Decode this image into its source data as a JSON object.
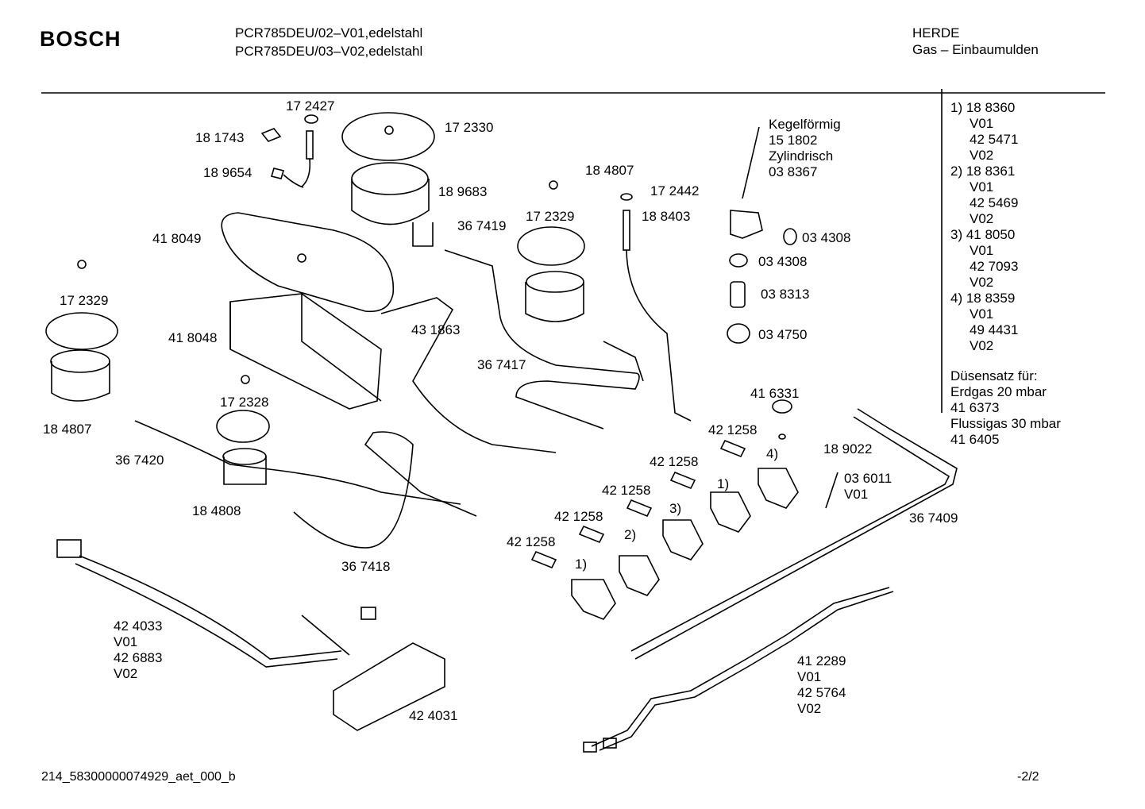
{
  "brand": "BOSCH",
  "models": [
    "PCR785DEU/02–V01,edelstahl",
    "PCR785DEU/03–V02,edelstahl"
  ],
  "category": [
    "HERDE",
    "Gas – Einbaumulden"
  ],
  "side_notes": [
    "1) 18 8360",
    "V01",
    "42 5471",
    "V02",
    "2) 18 8361",
    "V01",
    "42 5469",
    "V02",
    "3) 41 8050",
    "V01",
    "42 7093",
    "V02",
    "4) 18 8359",
    "V01",
    "49 4431",
    "V02"
  ],
  "nozzle_set": [
    "Düsensatz für:",
    "Erdgas 20 mbar",
    "41 6373",
    "Flussigas 30 mbar",
    "41 6405"
  ],
  "fitting_note": [
    "Kegelförmig",
    "15 1802",
    "Zylindrisch",
    "03 8367"
  ],
  "parts": {
    "p172427": "17 2427",
    "p181743": "18 1743",
    "p189654": "18 9654",
    "p172330": "17 2330",
    "p189683": "18 9683",
    "p184807_top": "18 4807",
    "p172442": "17 2442",
    "p188403": "18 8403",
    "p172329_mid": "17 2329",
    "p367419": "36 7419",
    "p418049": "41 8049",
    "p172329_left": "17 2329",
    "p418048": "41 8048",
    "p431863": "43 1863",
    "p367417": "36 7417",
    "p172328": "17 2328",
    "p184807_left": "18 4807",
    "p367420": "36 7420",
    "p184808": "18 4808",
    "p367418": "36 7418",
    "p034308_a": "03 4308",
    "p034308_b": "03 4308",
    "p038313": "03 8313",
    "p034750": "03 4750",
    "p416331": "41 6331",
    "p421258_a": "42 1258",
    "p189022": "18 9022",
    "p421258_b": "42 1258",
    "p421258_c": "42 1258",
    "p421258_d": "42 1258",
    "p421258_e": "42 1258",
    "p367409": "36 7409",
    "p424031": "42 4031"
  },
  "variant_labels": {
    "p036011": [
      "03 6011",
      "V01"
    ],
    "p424033": [
      "42 4033",
      "V01",
      "42 6883",
      "V02"
    ],
    "p412289": [
      "41 2289",
      "V01",
      "42 5764",
      "V02"
    ]
  },
  "callouts": {
    "c1a": "1)",
    "c1b": "1)",
    "c2": "2)",
    "c3": "3)",
    "c4": "4)"
  },
  "footer": {
    "doc_id": "214_58300000074929_aet_000_b",
    "page": "-2/2"
  }
}
